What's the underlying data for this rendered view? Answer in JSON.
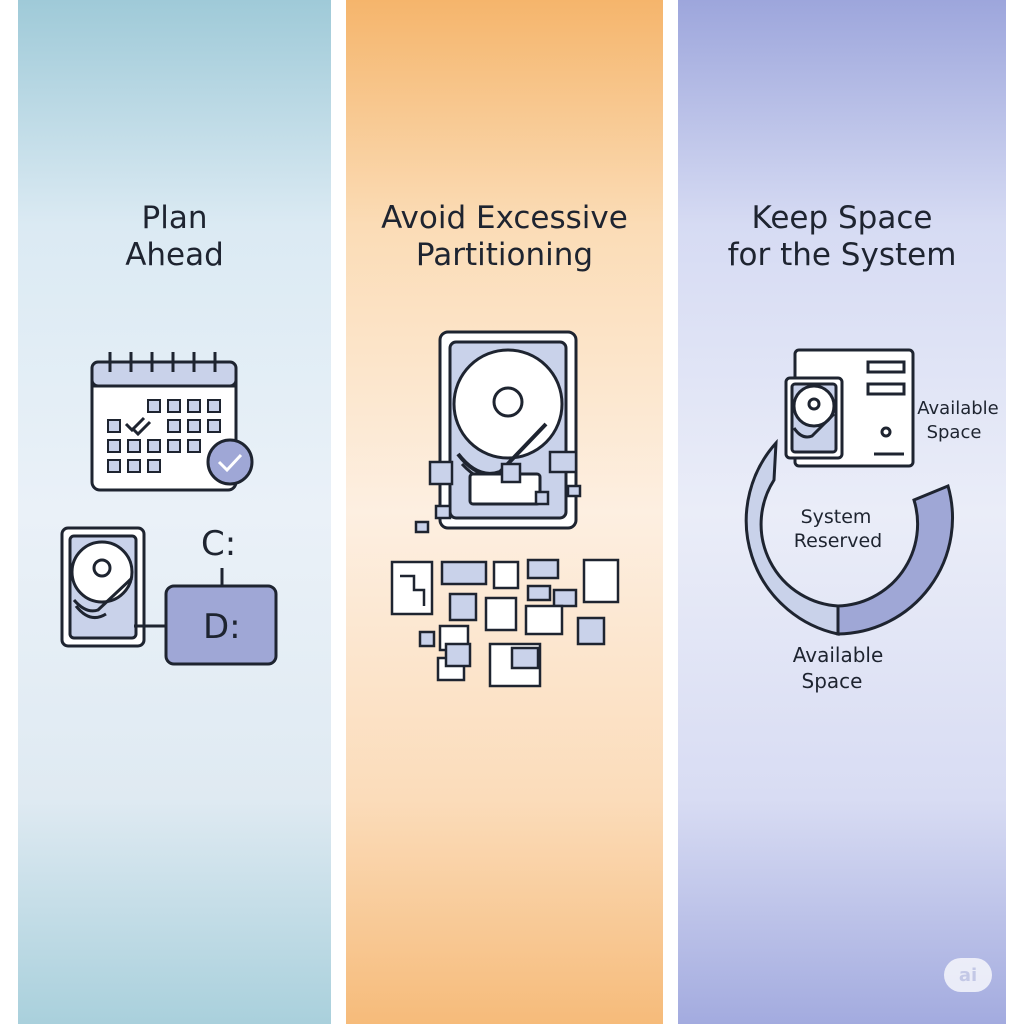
{
  "panels": [
    {
      "title_line1": "Plan",
      "title_line2": "Ahead",
      "drive_c_label": "C:",
      "drive_d_label": "D:"
    },
    {
      "title_line1": "Avoid Excessive",
      "title_line2": "Partitioning"
    },
    {
      "title_line1": "Keep Space",
      "title_line2": "for the System",
      "available_top_line1": "Available",
      "available_top_line2": "Space",
      "reserved_line1": "System",
      "reserved_line2": "Reserved",
      "available_bottom_line1": "Available",
      "available_bottom_line2": "Space"
    }
  ],
  "badge": "ai",
  "colors": {
    "panel1_accent": "#a9d0dc",
    "panel2_accent": "#f6bb7a",
    "panel3_accent": "#a3abdf",
    "fill_blue": "#c9d2ea",
    "fill_deep": "#9fa7d6",
    "stroke": "#1e2430"
  },
  "icons": [
    "calendar-icon",
    "check-badge-icon",
    "hard-drive-icon",
    "partition-fragments-icon",
    "computer-tower-icon",
    "donut-chart-icon"
  ]
}
